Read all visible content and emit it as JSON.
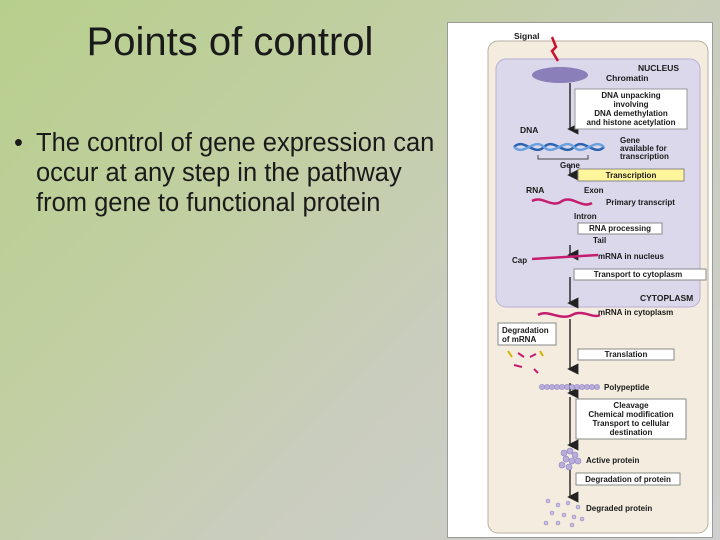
{
  "slide": {
    "title": "Points of control",
    "bullet": "The control of gene expression can occur at any step in the pathway from gene to functional protein"
  },
  "diagram": {
    "signal": "Signal",
    "nucleus": "NUCLEUS",
    "chromatin": "Chromatin",
    "unpacking": [
      "DNA unpacking",
      "involving",
      "DNA demethylation",
      "and histone acetylation"
    ],
    "dna": "DNA",
    "gene_available": [
      "Gene",
      "available for",
      "transcription"
    ],
    "gene": "Gene",
    "transcription": "Transcription",
    "rna": "RNA",
    "exon": "Exon",
    "primary_transcript": "Primary transcript",
    "intron": "Intron",
    "rna_processing": "RNA processing",
    "tail": "Tail",
    "cap": "Cap",
    "mrna_nucleus": "mRNA in nucleus",
    "transport_cytoplasm": "Transport to cytoplasm",
    "cytoplasm": "CYTOPLASM",
    "mrna_cytoplasm": "mRNA in cytoplasm",
    "degradation_mrna": [
      "Degradation",
      "of mRNA"
    ],
    "translation": "Translation",
    "polypeptide": "Polypeptide",
    "modifications": [
      "Cleavage",
      "Chemical modification",
      "Transport to cellular",
      "destination"
    ],
    "active_protein": "Active protein",
    "degradation_protein": "Degradation of protein",
    "degraded_protein": "Degraded protein"
  }
}
